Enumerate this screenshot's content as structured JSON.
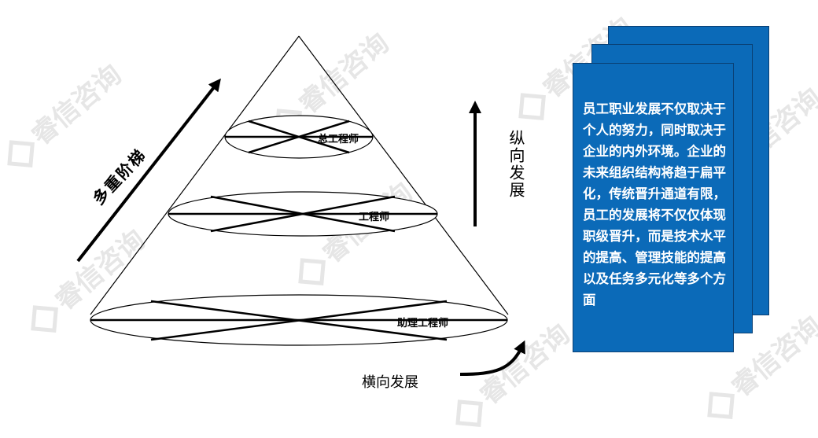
{
  "watermark": {
    "text": "睿信咨询"
  },
  "pyramid": {
    "tiers": [
      {
        "label": "总工程师"
      },
      {
        "label": "工程师"
      },
      {
        "label": "助理工程师"
      }
    ]
  },
  "axes": {
    "diagonal_label": "多重阶梯",
    "vertical_label": "纵向发展",
    "horizontal_label": "横向发展"
  },
  "card": {
    "text": "员工职业发展不仅取决于个人的努力，同时取决于企业的内外环境。企业的未来组织结构将趋于扁平化，传统晋升通道有限，员工的发展将不仅仅体现职级晋升，而是技术水平的提高、管理技能的提高以及任务多元化等多个方面"
  },
  "colors": {
    "card_fill": "#0b6ab8",
    "card_text": "#ffffff",
    "line": "#000000",
    "watermark": "#e6e6e6"
  }
}
